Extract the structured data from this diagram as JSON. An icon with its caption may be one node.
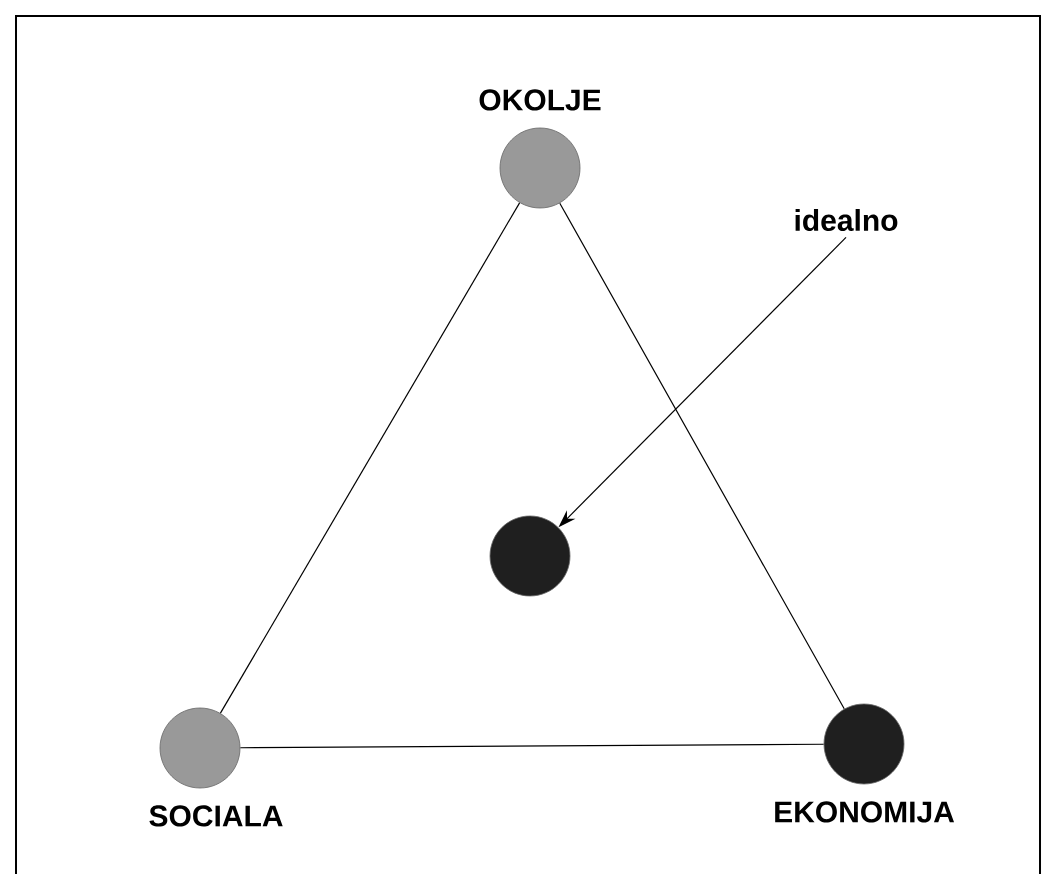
{
  "diagram": {
    "nodes": [
      {
        "text": [
          "OKOLJE"
        ]
      },
      {
        "text": [
          "idealno"
        ]
      },
      {
        "text": [],
        "shape": "circle"
      },
      {
        "text": [
          "SOCIALA"
        ]
      },
      {
        "text": [
          "EKONOMIJA"
        ]
      }
    ],
    "edges": [
      {
        "from": 0,
        "to": 3,
        "arrow": "none"
      },
      {
        "from": 0,
        "to": 4,
        "arrow": "none"
      },
      {
        "from": 3,
        "to": 4,
        "arrow": "none"
      },
      {
        "from": 1,
        "to": 2,
        "arrow": "to"
      }
    ]
  }
}
